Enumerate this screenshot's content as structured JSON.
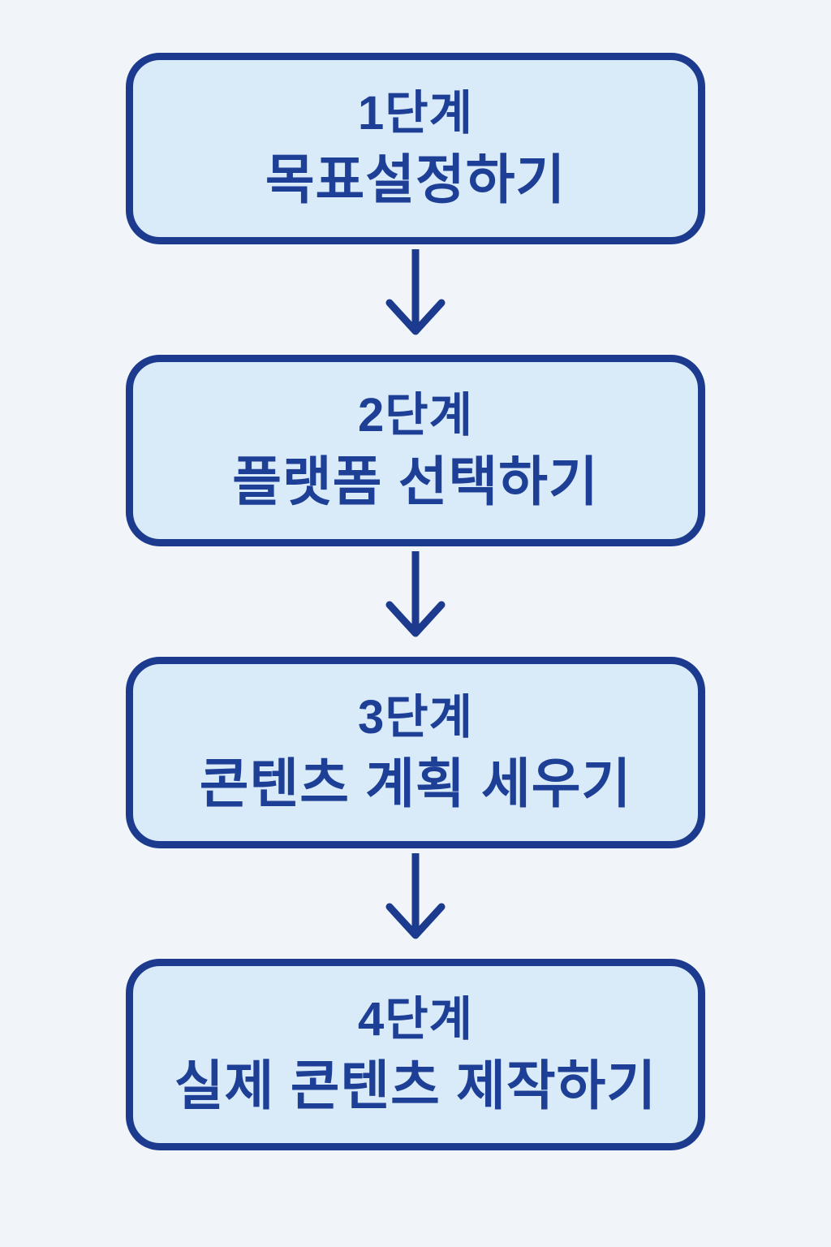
{
  "diagram": {
    "type": "flowchart-vertical",
    "connector": "down-arrow",
    "steps": [
      {
        "step": "1단계",
        "label": "목표설정하기"
      },
      {
        "step": "2단계",
        "label": "플랫폼 선택하기"
      },
      {
        "step": "3단계",
        "label": "콘텐츠 계획 세우기"
      },
      {
        "step": "4단계",
        "label": "실제 콘텐츠 제작하기"
      }
    ]
  },
  "colors": {
    "background": "#f1f4f8",
    "box_fill": "#d9eaf8",
    "box_border": "#1c3b8e",
    "text": "#1e3f96",
    "arrow": "#1c3b8e"
  }
}
